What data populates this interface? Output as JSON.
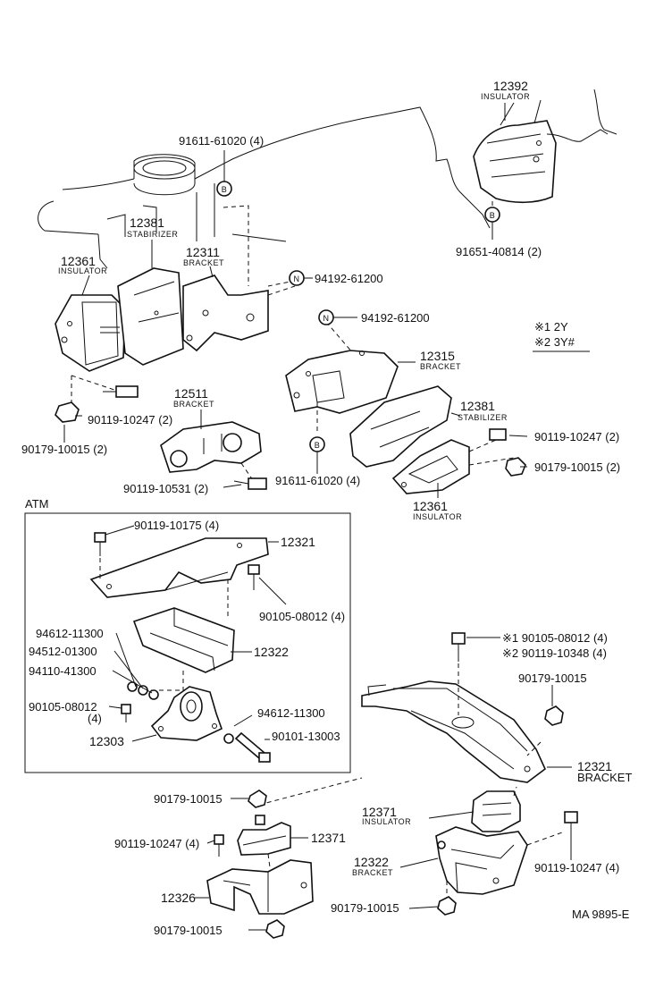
{
  "labels": {
    "p91611_top": "91611-61020 (4)",
    "p12392": "12392",
    "p12392_sub": "INSULATOR",
    "p91651": "91651-40814 (2)",
    "p12381_left": "12381",
    "p12381_left_sub": "STABIRIZER",
    "p12311": "12311",
    "p12311_sub": "BRACKET",
    "p12361_left": "12361",
    "p12361_left_sub": "INSULATOR",
    "p94192_left": "94192-61200",
    "p94192_right": "94192-61200",
    "p12315": "12315",
    "p12315_sub": "BRACKET",
    "p12511": "12511",
    "p12511_sub": "BRACKET",
    "p90119_10247_left": "90119-10247 (2)",
    "p90179_10015_left": "90179-10015 (2)",
    "p91611_mid": "91611-61020 (4)",
    "p12381_right": "12381",
    "p12381_right_sub": "STABILIZER",
    "p90119_10247_right": "90119-10247 (2)",
    "p90179_10015_right": "90179-10015 (2)",
    "p12361_right": "12361",
    "p12361_right_sub": "INSULATOR",
    "p90119_10531": "90119-10531 (2)",
    "legend_1": "※1 2Y",
    "legend_2": "※2 3Y#",
    "atm": "ATM",
    "p90119_10175": "90119-10175 (4)",
    "p12321_atm": "12321",
    "p90105_08012_atm": "90105-08012 (4)",
    "p94612_11300_a": "94612-11300",
    "p94512_01300": "94512-01300",
    "p12322_atm": "12322",
    "p94110_41300": "94110-41300",
    "p90105_08012_b": "90105-08012",
    "p90105_08012_b_qty": "(4)",
    "p94612_11300_b": "94612-11300",
    "p90101_13003": "90101-13003",
    "p12303": "12303",
    "p90105_08012_r": "※1 90105-08012 (4)",
    "p90119_10348": "※2 90119-10348 (4)",
    "p90179_10015_r": "90179-10015",
    "p12321_r": "12321",
    "p12321_r_sub": "BRACKET",
    "p90179_10015_a": "90179-10015",
    "p12371_r": "12371",
    "p12371_r_sub": "INSULATOR",
    "p90119_10247_b": "90119-10247 (4)",
    "p12371_l": "12371",
    "p12322_r": "12322",
    "p12322_r_sub": "BRACKET",
    "p90119_10247_c": "90119-10247 (4)",
    "p12326": "12326",
    "p90179_10015_b": "90179-10015",
    "p90179_10015_c": "90179-10015",
    "ref": "MA 9895-E",
    "mark_b": "B",
    "mark_n": "N"
  }
}
